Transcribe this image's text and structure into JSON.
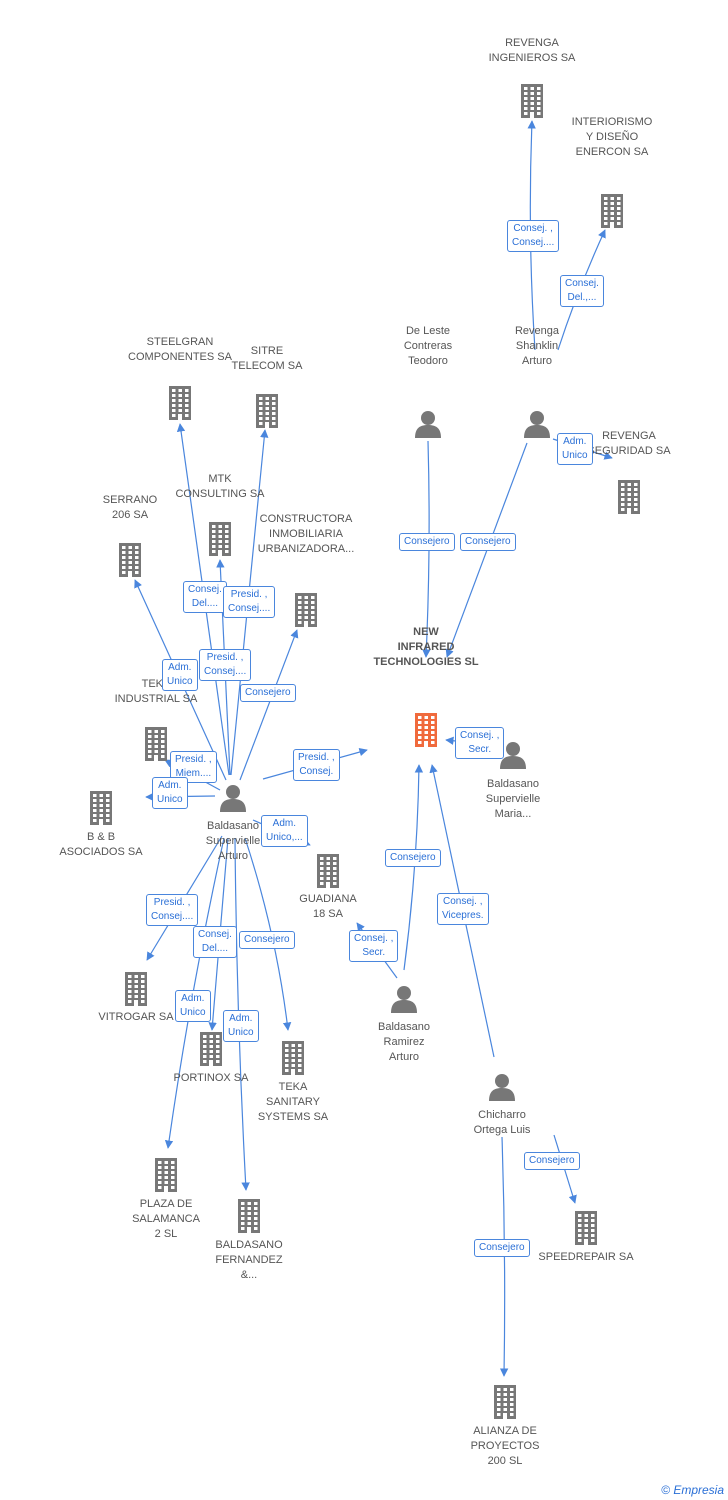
{
  "colors": {
    "edge": "#4a86dd",
    "company_icon": "#777777",
    "focus_icon": "#f06a3c",
    "person_icon": "#777777"
  },
  "nodes": [
    {
      "id": "revenga_ing",
      "kind": "company",
      "label": "REVENGA\nINGENIEROS SA"
    },
    {
      "id": "interiorismo",
      "kind": "company",
      "label": "INTERIORISMO\nY DISEÑO\nENERCON SA"
    },
    {
      "id": "steelgran",
      "kind": "company",
      "label": "STEELGRAN\nCOMPONENTES SA"
    },
    {
      "id": "sitre",
      "kind": "company",
      "label": "SITRE\nTELECOM SA"
    },
    {
      "id": "deleste",
      "kind": "person",
      "label": "De Leste\nContreras\nTeodoro"
    },
    {
      "id": "revenga_shanklin",
      "kind": "person",
      "label": "Revenga\nShanklin\nArturo"
    },
    {
      "id": "revenga_seg",
      "kind": "company",
      "label": "REVENGA\nSEGURIDAD SA"
    },
    {
      "id": "serrano",
      "kind": "company",
      "label": "SERRANO\n206 SA"
    },
    {
      "id": "mtk",
      "kind": "company",
      "label": "MTK\nCONSULTING SA"
    },
    {
      "id": "constructora",
      "kind": "company",
      "label": "CONSTRUCTORA\nINMOBILIARIA\nURBANIZADORA..."
    },
    {
      "id": "new_infrared",
      "kind": "focus",
      "label": "NEW\nINFRARED\nTECHNOLOGIES SL"
    },
    {
      "id": "teka_ind",
      "kind": "company",
      "label": "TEKA\nINDUSTRIAL SA"
    },
    {
      "id": "baldasano_maria",
      "kind": "person",
      "label": "Baldasano\nSupervielle\nMaria..."
    },
    {
      "id": "bb",
      "kind": "company",
      "label": "B & B\nASOCIADOS SA"
    },
    {
      "id": "baldasano_arturo",
      "kind": "person",
      "label": "Baldasano\nSupervielle\nArturo"
    },
    {
      "id": "guadiana",
      "kind": "company",
      "label": "GUADIANA\n18 SA"
    },
    {
      "id": "vitrogar",
      "kind": "company",
      "label": "VITROGAR SA"
    },
    {
      "id": "portinox",
      "kind": "company",
      "label": "PORTINOX SA"
    },
    {
      "id": "teka_san",
      "kind": "company",
      "label": "TEKA\nSANITARY\nSYSTEMS SA"
    },
    {
      "id": "baldasano_ramirez",
      "kind": "person",
      "label": "Baldasano\nRamirez\nArturo"
    },
    {
      "id": "chicharro",
      "kind": "person",
      "label": "Chicharro\nOrtega Luis"
    },
    {
      "id": "plaza",
      "kind": "company",
      "label": "PLAZA DE\nSALAMANCA\n2 SL"
    },
    {
      "id": "baldasano_fern",
      "kind": "company",
      "label": "BALDASANO\nFERNANDEZ\n&..."
    },
    {
      "id": "speedrepair",
      "kind": "company",
      "label": "SPEEDREPAIR SA"
    },
    {
      "id": "alianza",
      "kind": "company",
      "label": "ALIANZA DE\nPROYECTOS\n200  SL"
    }
  ],
  "edges": [
    {
      "from": "revenga_shanklin",
      "to": "revenga_ing",
      "label": "Consej. ,\nConsej...."
    },
    {
      "from": "revenga_shanklin",
      "to": "interiorismo",
      "label": "Consej.\nDel.,..."
    },
    {
      "from": "revenga_shanklin",
      "to": "revenga_seg",
      "label": "Adm.\nUnico"
    },
    {
      "from": "deleste",
      "to": "new_infrared",
      "label": "Consejero"
    },
    {
      "from": "revenga_shanklin",
      "to": "new_infrared",
      "label": "Consejero"
    },
    {
      "from": "baldasano_maria",
      "to": "new_infrared",
      "label": "Consej. ,\nSecr."
    },
    {
      "from": "baldasano_arturo",
      "to": "steelgran",
      "label": "Consej.\nDel...."
    },
    {
      "from": "baldasano_arturo",
      "to": "sitre",
      "label": "Presid. ,\nConsej...."
    },
    {
      "from": "baldasano_arturo",
      "to": "mtk",
      "label": "Presid. ,\nConsej...."
    },
    {
      "from": "baldasano_arturo",
      "to": "serrano",
      "label": "Adm.\nUnico"
    },
    {
      "from": "baldasano_arturo",
      "to": "constructora",
      "label": "Consejero"
    },
    {
      "from": "baldasano_arturo",
      "to": "teka_ind",
      "label": "Presid. ,\nMiem...."
    },
    {
      "from": "baldasano_arturo",
      "to": "bb",
      "label": "Adm.\nUnico"
    },
    {
      "from": "baldasano_arturo",
      "to": "new_infrared",
      "label": "Presid. ,\nConsej."
    },
    {
      "from": "baldasano_arturo",
      "to": "guadiana",
      "label": "Adm.\nUnico,..."
    },
    {
      "from": "baldasano_arturo",
      "to": "vitrogar",
      "label": "Presid. ,\nConsej...."
    },
    {
      "from": "baldasano_arturo",
      "to": "portinox",
      "label": "Consej.\nDel...."
    },
    {
      "from": "baldasano_arturo",
      "to": "teka_san",
      "label": "Consejero"
    },
    {
      "from": "baldasano_arturo",
      "to": "plaza",
      "label": "Adm.\nUnico"
    },
    {
      "from": "baldasano_arturo",
      "to": "baldasano_fern",
      "label": "Adm.\nUnico"
    },
    {
      "from": "baldasano_ramirez",
      "to": "new_infrared",
      "label": "Consejero"
    },
    {
      "from": "baldasano_ramirez",
      "to": "guadiana",
      "label": "Consej. ,\nSecr."
    },
    {
      "from": "chicharro",
      "to": "new_infrared",
      "label": "Consej. ,\nVicepres."
    },
    {
      "from": "chicharro",
      "to": "speedrepair",
      "label": "Consejero"
    },
    {
      "from": "chicharro",
      "to": "alianza",
      "label": "Consejero"
    }
  ],
  "footer": {
    "copyright": "©",
    "brand": "Empresia"
  }
}
